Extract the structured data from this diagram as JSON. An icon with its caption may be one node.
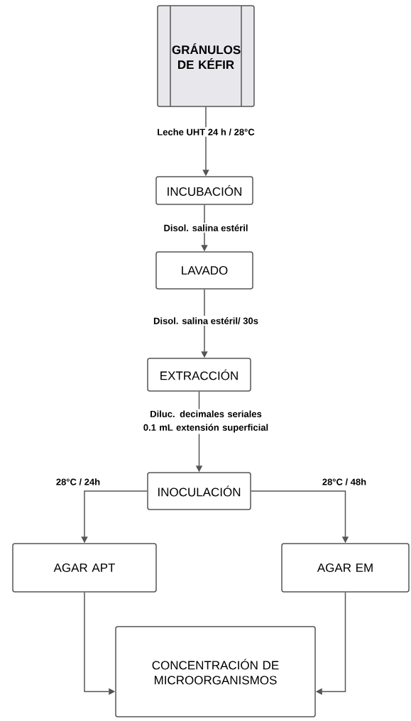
{
  "diagram": {
    "nodes": [
      {
        "text": [
          "GRÁNULOS DE KÉFIR"
        ]
      },
      {
        "text": [
          "INCUBACIÓN"
        ]
      },
      {
        "text": [
          "LAVADO"
        ]
      },
      {
        "text": [
          "EXTRACCIÓN"
        ]
      },
      {
        "text": [
          "INOCULACIÓN"
        ]
      },
      {
        "text": [
          "AGAR APT"
        ]
      },
      {
        "text": [
          "AGAR EM"
        ]
      },
      {
        "text": [
          "CONCENTRACIÓN DE MICROORGANISMOS"
        ]
      }
    ],
    "edges": [
      {
        "from": 0,
        "to": 1,
        "arrow": "to",
        "label": "Leche UHT 24 h / 28°C"
      },
      {
        "from": 1,
        "to": 2,
        "arrow": "to",
        "label": "Disol. salina estéril"
      },
      {
        "from": 2,
        "to": 3,
        "arrow": "to",
        "label": "Disol. salina estéril/ 30s"
      },
      {
        "from": 3,
        "to": 4,
        "arrow": "to",
        "label": "Diluc. decimales seriales 0.1 mL extensión superficial"
      },
      {
        "from": 4,
        "to": 5,
        "arrow": "to",
        "label": "28°C / 24h"
      },
      {
        "from": 4,
        "to": 6,
        "arrow": "to",
        "label": "28°C / 48h"
      },
      {
        "from": 5,
        "to": 7,
        "arrow": "to"
      },
      {
        "from": 6,
        "to": 7,
        "arrow": "to"
      }
    ]
  }
}
